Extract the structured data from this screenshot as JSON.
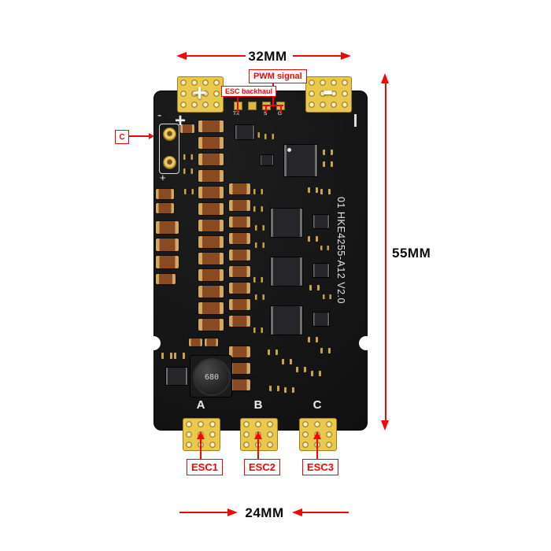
{
  "colors": {
    "accent": "#f50505",
    "pad_gold": "#e9c94d",
    "board": "#161616"
  },
  "dimensions": {
    "top_width": "32MM",
    "side_height": "55MM",
    "bottom_width": "24MM"
  },
  "callouts": {
    "pwm_signal": "PWM signal",
    "esc_backhaul": "ESC backhaul",
    "connector_c": "C",
    "esc1": "ESC1",
    "esc2": "ESC2",
    "esc3": "ESC3"
  },
  "board": {
    "model_text": "01 HKE4255-A12 V2.0",
    "inductor_value": "680",
    "phase_labels": [
      "A",
      "B",
      "C"
    ],
    "pad_symbols": {
      "positive": "+",
      "negative": "-"
    },
    "connector": {
      "minus": "-",
      "plus": "+",
      "plus_small": "+"
    },
    "pin_labels": {
      "tx": "TX",
      "s": "S",
      "g": "G"
    },
    "components": {
      "caps": [
        [
          252,
          153,
          32,
          15
        ],
        [
          252,
          174,
          32,
          15
        ],
        [
          252,
          195,
          32,
          15
        ],
        [
          252,
          216,
          32,
          15
        ],
        [
          252,
          237,
          32,
          15
        ],
        [
          252,
          258,
          32,
          15
        ],
        [
          252,
          279,
          32,
          15
        ],
        [
          252,
          300,
          32,
          15
        ],
        [
          252,
          321,
          32,
          15
        ],
        [
          252,
          342,
          32,
          15
        ],
        [
          252,
          363,
          32,
          15
        ],
        [
          252,
          384,
          32,
          15
        ],
        [
          252,
          405,
          32,
          15
        ],
        [
          291,
          233,
          27,
          14
        ],
        [
          291,
          254,
          27,
          14
        ],
        [
          291,
          275,
          27,
          14
        ],
        [
          291,
          296,
          27,
          14
        ],
        [
          291,
          317,
          27,
          14
        ],
        [
          291,
          338,
          27,
          14
        ],
        [
          291,
          359,
          27,
          14
        ],
        [
          291,
          380,
          27,
          14
        ],
        [
          291,
          401,
          27,
          14
        ],
        [
          291,
          440,
          27,
          14
        ],
        [
          291,
          461,
          27,
          14
        ],
        [
          291,
          482,
          27,
          14
        ],
        [
          198,
          240,
          23,
          13
        ],
        [
          198,
          258,
          23,
          13
        ],
        [
          198,
          281,
          29,
          16
        ],
        [
          198,
          303,
          29,
          16
        ],
        [
          198,
          325,
          29,
          16
        ],
        [
          198,
          348,
          25,
          13
        ],
        [
          240,
          430,
          17,
          10
        ],
        [
          260,
          430,
          17,
          10
        ],
        [
          229,
          158,
          18,
          11
        ]
      ],
      "parts": [
        [
          322,
          240,
          12,
          7
        ],
        [
          322,
          262,
          12,
          7
        ],
        [
          324,
          286,
          12,
          7
        ],
        [
          324,
          308,
          12,
          7
        ],
        [
          322,
          352,
          12,
          7
        ],
        [
          324,
          374,
          12,
          7
        ],
        [
          322,
          416,
          12,
          7
        ],
        [
          391,
          238,
          13,
          7
        ],
        [
          407,
          240,
          13,
          7
        ],
        [
          391,
          300,
          13,
          7
        ],
        [
          407,
          312,
          11,
          6
        ],
        [
          393,
          362,
          13,
          7
        ],
        [
          410,
          374,
          11,
          6
        ],
        [
          391,
          428,
          13,
          7
        ],
        [
          407,
          442,
          13,
          7
        ],
        [
          340,
          444,
          13,
          7
        ],
        [
          358,
          456,
          13,
          7
        ],
        [
          376,
          466,
          13,
          7
        ],
        [
          395,
          471,
          13,
          7
        ],
        [
          342,
          490,
          13,
          7
        ],
        [
          361,
          492,
          13,
          7
        ],
        [
          318,
          168,
          12,
          7
        ],
        [
          336,
          170,
          12,
          7
        ],
        [
          410,
          190,
          13,
          7
        ],
        [
          410,
          205,
          13,
          7
        ],
        [
          205,
          448,
          14,
          8
        ],
        [
          221,
          448,
          14,
          8
        ],
        [
          233,
          196,
          12,
          7
        ],
        [
          233,
          214,
          12,
          7
        ],
        [
          234,
          240,
          12,
          7
        ]
      ],
      "ics": [
        [
          360,
          183,
          42,
          40
        ],
        [
          343,
          264,
          40,
          36
        ],
        [
          343,
          326,
          40,
          36
        ],
        [
          343,
          388,
          40,
          36
        ],
        [
          397,
          272,
          20,
          17
        ],
        [
          397,
          334,
          20,
          17
        ],
        [
          397,
          396,
          20,
          17
        ],
        [
          298,
          158,
          24,
          18
        ],
        [
          330,
          196,
          16,
          13
        ],
        [
          210,
          466,
          27,
          22
        ]
      ]
    }
  }
}
